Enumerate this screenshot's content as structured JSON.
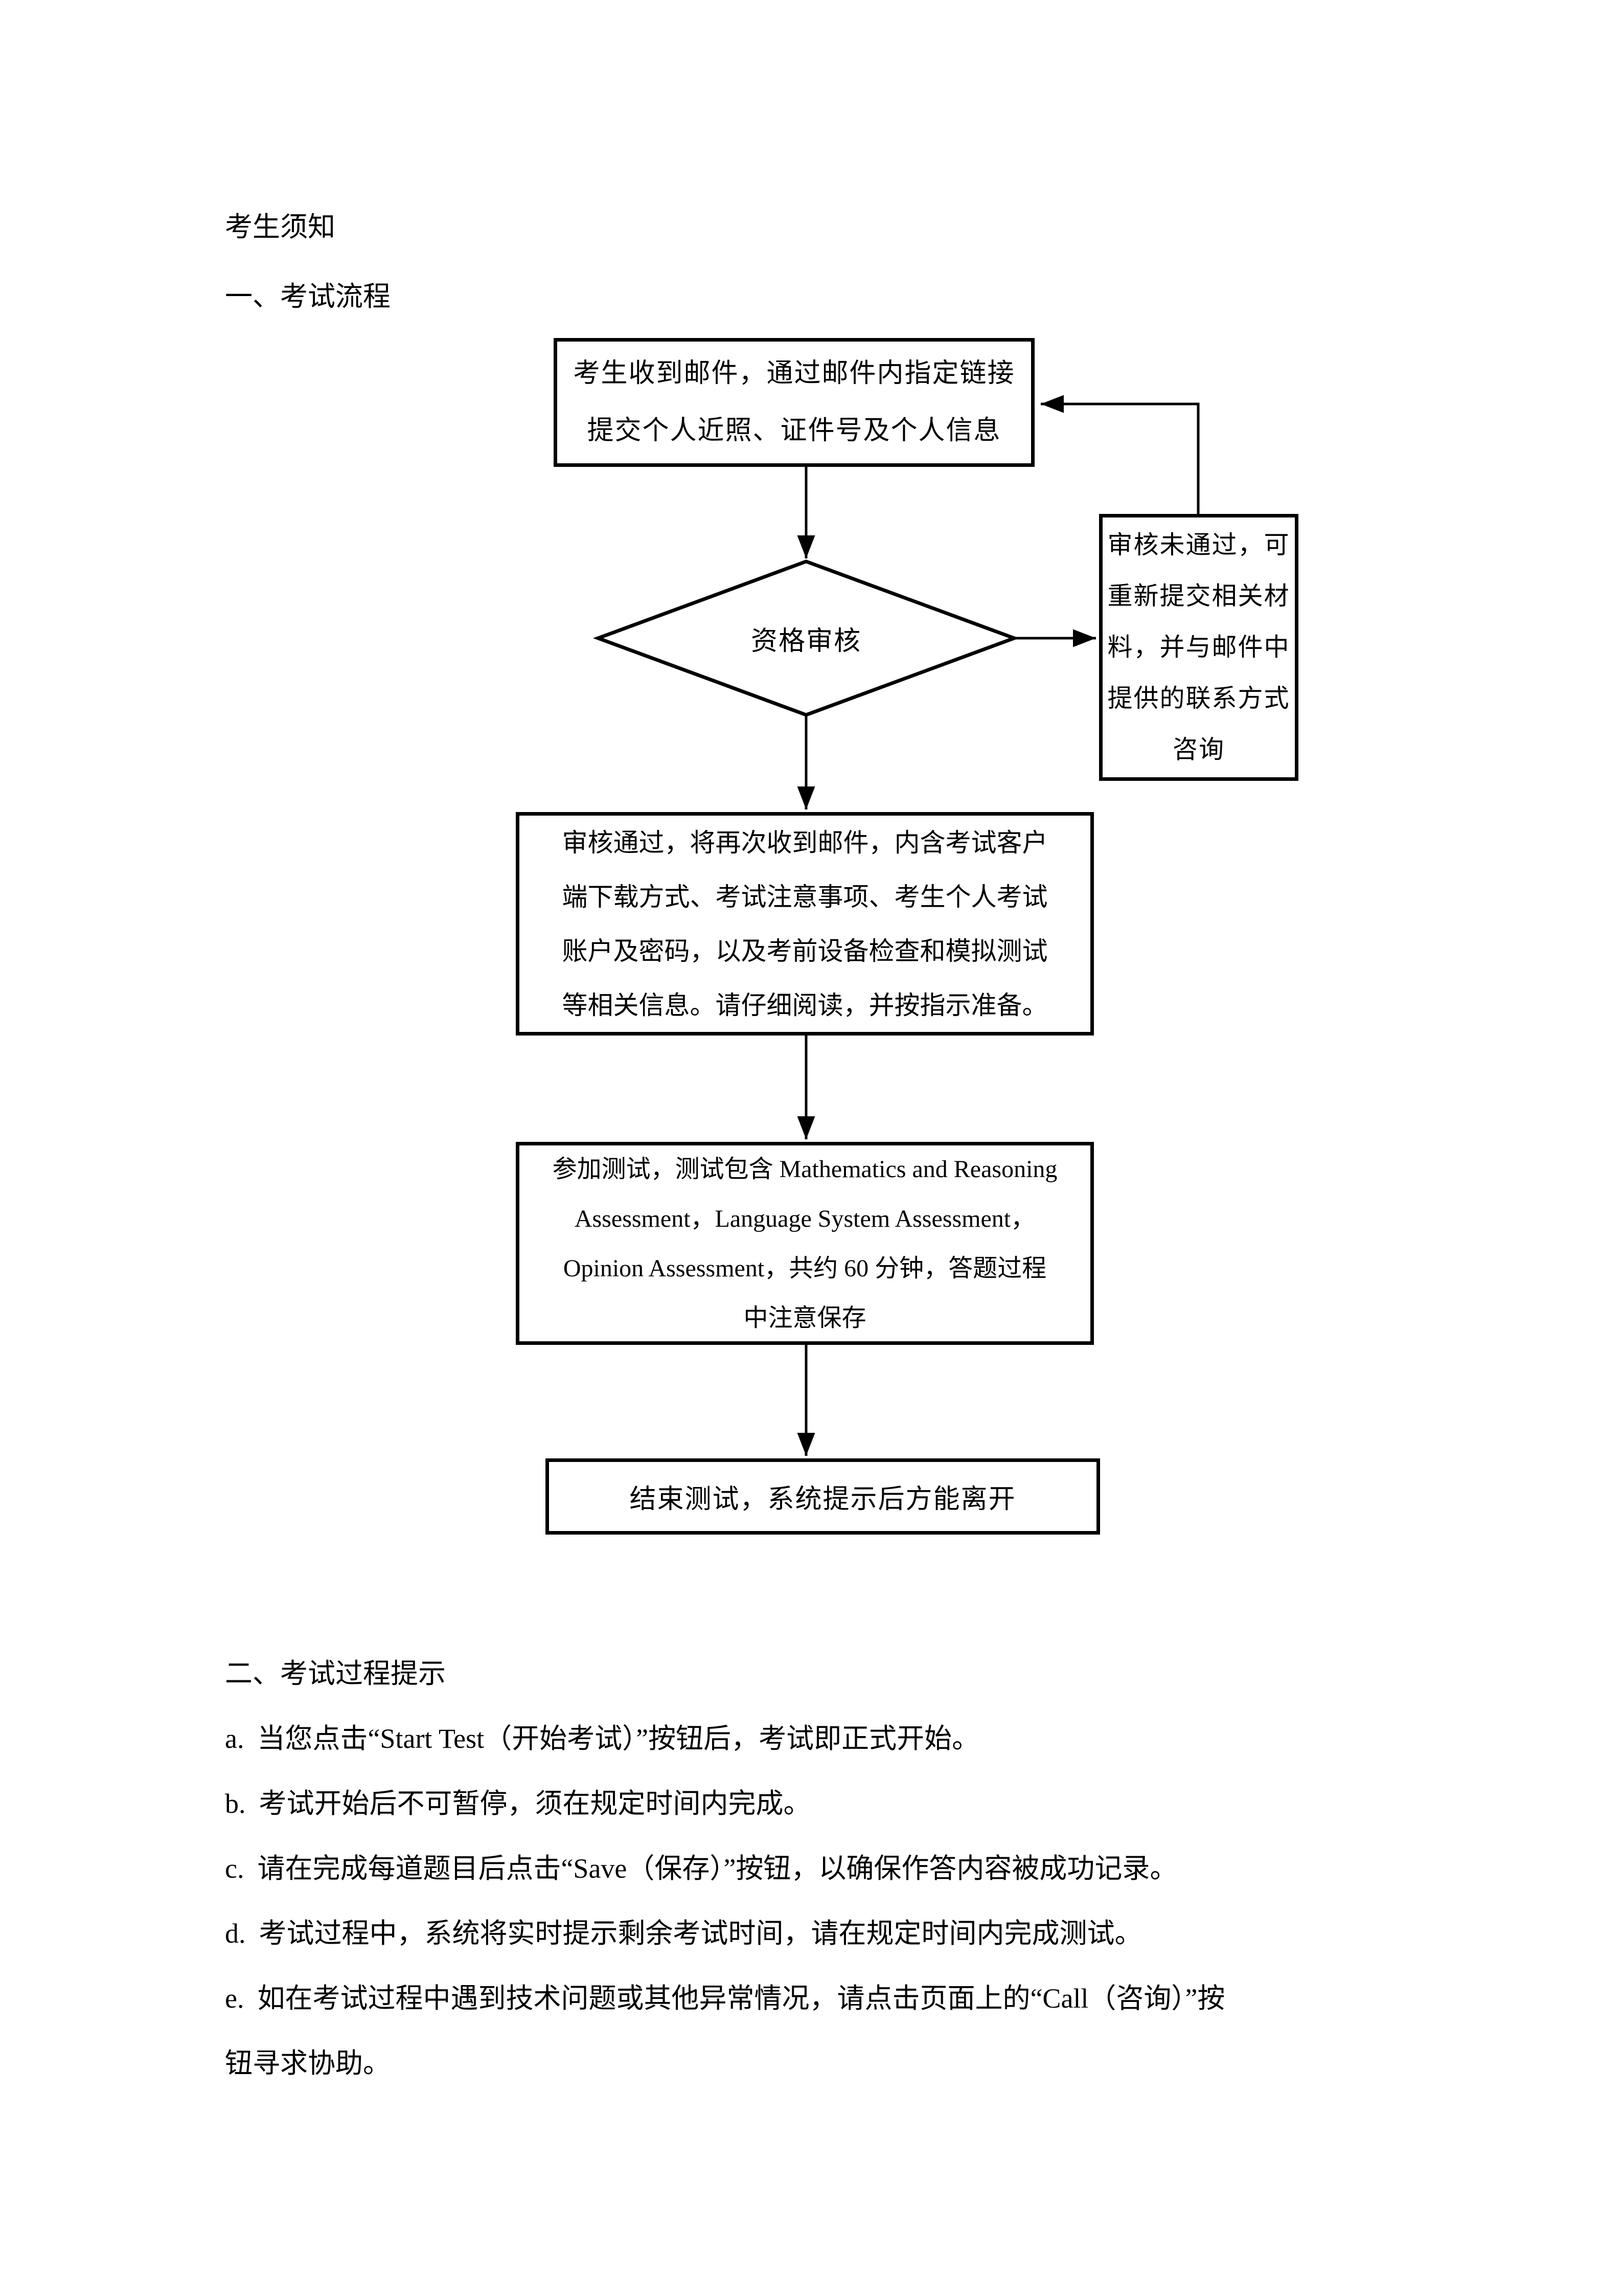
{
  "colors": {
    "ink": "#000000",
    "paper": "#ffffff"
  },
  "page": {
    "title": "考生须知",
    "sections": [
      {
        "heading": "一、考试流程"
      },
      {
        "heading": "二、考试过程提示"
      }
    ]
  },
  "flowchart": {
    "nodes": {
      "receive_email": {
        "type": "process",
        "text": "考生收到邮件，通过邮件内指定链接\n提交个人近照、证件号及个人信息"
      },
      "review": {
        "type": "decision",
        "text": "资格审核"
      },
      "review_fail": {
        "type": "process",
        "text": "审核未通过，可\n重新提交相关材\n料，并与邮件中\n提供的联系方式\n咨询"
      },
      "review_pass": {
        "type": "process",
        "text": "审核通过，将再次收到邮件，内含考试客户\n端下载方式、考试注意事项、考生个人考试\n账户及密码，以及考前设备检查和模拟测试\n等相关信息。请仔细阅读，并按指示准备。"
      },
      "take_test": {
        "type": "process",
        "text": "参加测试，测试包含 Mathematics and Reasoning\nAssessment，Language System Assessment，\nOpinion Assessment，共约 60 分钟，答题过程\n中注意保存"
      },
      "finish": {
        "type": "process",
        "text": "结束测试，系统提示后方能离开"
      }
    }
  },
  "tips": [
    {
      "label": "a.",
      "text": "当您点击“Start Test（开始考试）”按钮后，考试即正式开始。"
    },
    {
      "label": "b.",
      "text": "考试开始后不可暂停，须在规定时间内完成。"
    },
    {
      "label": "c.",
      "text": "请在完成每道题目后点击“Save（保存）”按钮，以确保作答内容被成功记录。"
    },
    {
      "label": "d.",
      "text": "考试过程中，系统将实时提示剩余考试时间，请在规定时间内完成测试。"
    },
    {
      "label": "e.",
      "text": "如在考试过程中遇到技术问题或其他异常情况，请点击页面上的“Call（咨询）”按\n钮寻求协助。"
    }
  ]
}
